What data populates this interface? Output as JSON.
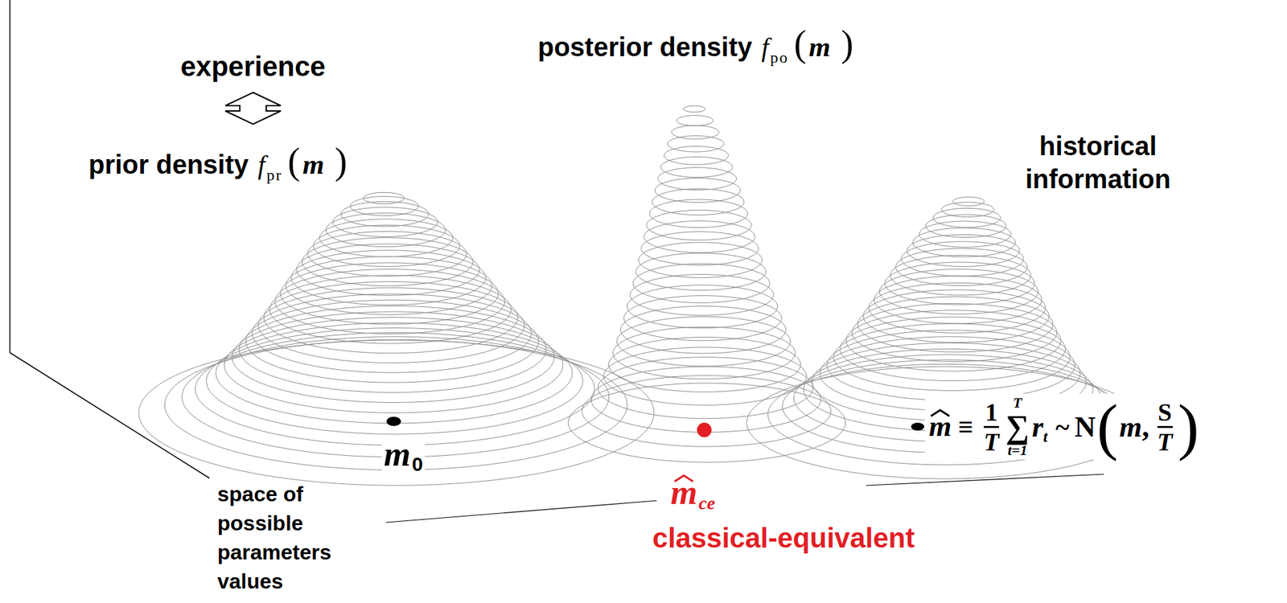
{
  "diagram": {
    "labels": [
      "experience",
      "prior density",
      "f",
      "pr",
      "(",
      "m",
      ")",
      "posterior density",
      "f",
      "po",
      "(",
      "m",
      ")",
      "historical information",
      "m",
      "0",
      "m",
      "ce",
      "classical-equivalent",
      "space of possible parameters values",
      "m",
      "≡",
      "1",
      "T",
      "T",
      "∑",
      "t=1",
      "r",
      "t",
      "~",
      "N",
      "(",
      "m",
      ",",
      "S",
      "T",
      ")"
    ]
  }
}
